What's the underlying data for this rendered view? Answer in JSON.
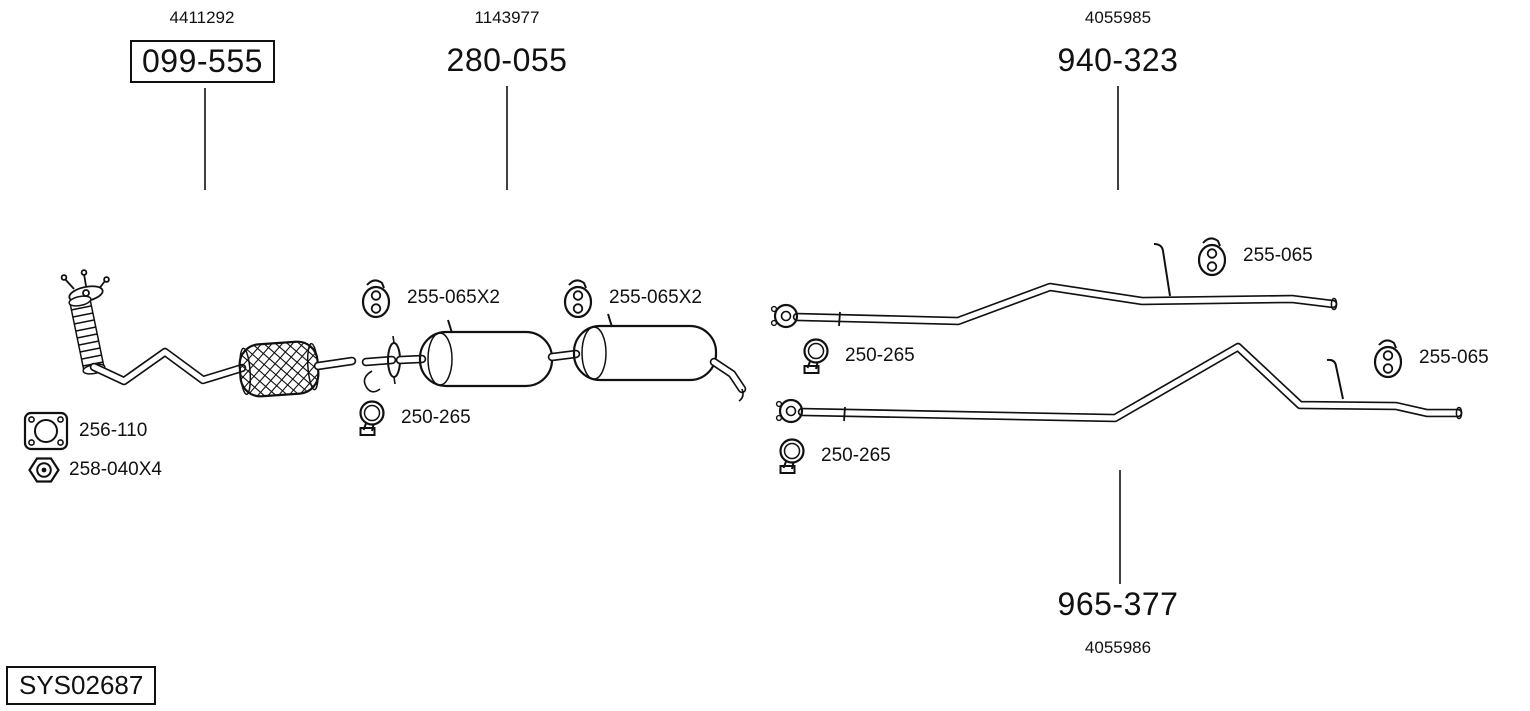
{
  "sections": {
    "front_pipe": {
      "ref_number": "4411292",
      "part_number": "099-555"
    },
    "centre_silencer": {
      "ref_number": "1143977",
      "part_number": "280-055"
    },
    "tailpipe_upper": {
      "ref_number": "4055985",
      "part_number": "940-323"
    },
    "tailpipe_lower": {
      "ref_number": "4055986",
      "part_number": "965-377"
    }
  },
  "fittings": {
    "gasket": {
      "part_number": "256-110",
      "icon": "flange-gasket-icon"
    },
    "nut": {
      "part_number": "258-040X4",
      "icon": "nut-icon"
    },
    "hanger_mid_left": {
      "part_number": "255-065X2",
      "icon": "rubber-hanger-icon"
    },
    "hanger_mid_right": {
      "part_number": "255-065X2",
      "icon": "rubber-hanger-icon"
    },
    "clamp_mid": {
      "part_number": "250-265",
      "icon": "clamp-icon"
    },
    "clamp_upper": {
      "part_number": "250-265",
      "icon": "clamp-icon"
    },
    "hanger_upper": {
      "part_number": "255-065",
      "icon": "rubber-hanger-icon"
    },
    "hanger_lower": {
      "part_number": "255-065",
      "icon": "rubber-hanger-icon"
    },
    "clamp_lower": {
      "part_number": "250-265",
      "icon": "clamp-icon"
    }
  },
  "footer": {
    "system_code": "SYS02687"
  },
  "colors": {
    "ink": "#111111",
    "background": "#ffffff"
  }
}
